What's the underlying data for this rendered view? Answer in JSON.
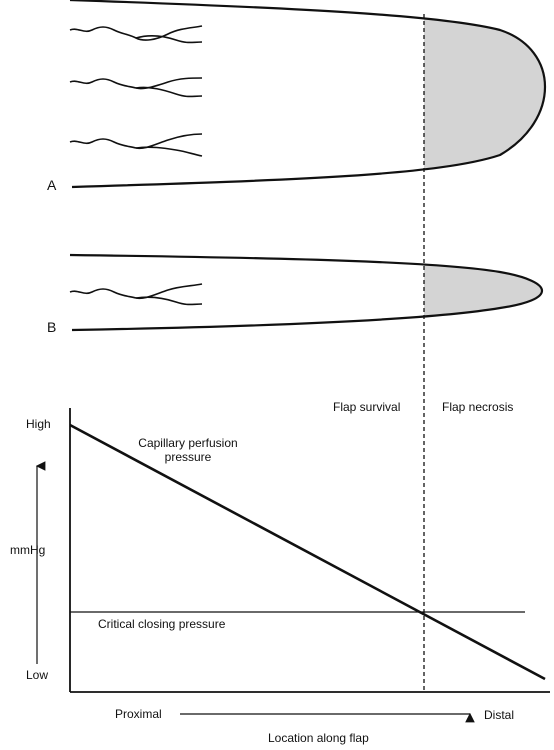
{
  "panels": {
    "a_label": "A",
    "b_label": "B"
  },
  "graph": {
    "zone_left": "Flap survival",
    "zone_right": "Flap necrosis",
    "y_high": "High",
    "y_low": "Low",
    "y_axis": "mmHg",
    "capillary_line1": "Capillary perfusion",
    "capillary_line2": "pressure",
    "critical": "Critical closing pressure",
    "x_start": "Proximal",
    "x_end": "Distal",
    "x_axis": "Location along flap"
  },
  "colors": {
    "necrosis_fill": "#d4d4d4",
    "stroke": "#111111"
  }
}
